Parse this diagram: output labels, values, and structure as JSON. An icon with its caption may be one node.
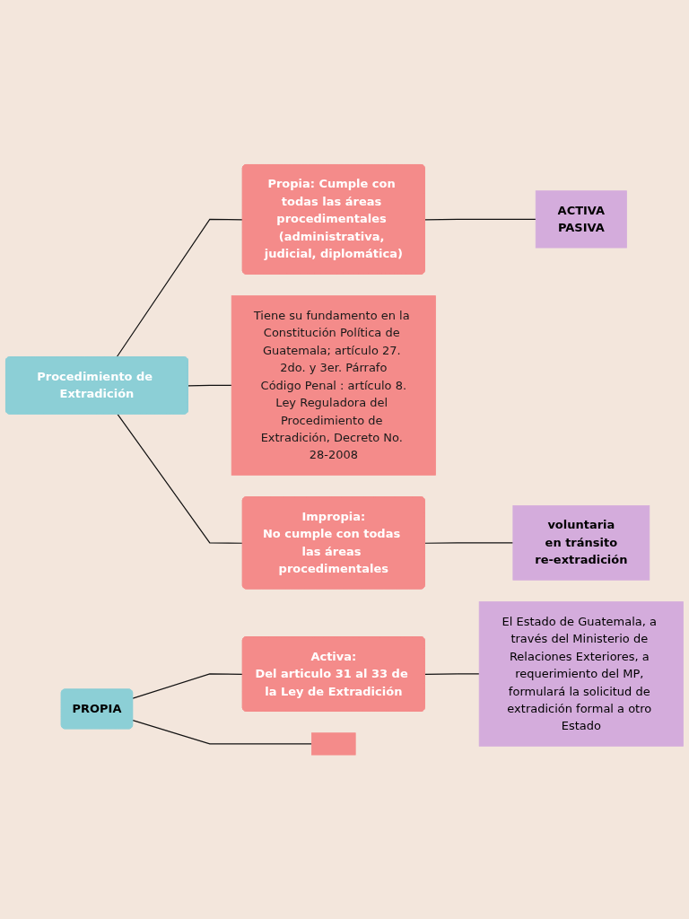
{
  "diagram": {
    "nodes": [
      {
        "text": [
          "Procedimiento de Extradición"
        ]
      },
      {
        "text": [
          "Propia: Cumple con todas las áreas procedimentales (administrativa, judicial, diplomática)"
        ]
      },
      {
        "text": [
          "Tiene su fundamento en la Constitución Política de Guatemala; artículo 27. 2do. y 3er. Párrafo",
          "Código Penal : artículo 8.",
          "Ley Reguladora del Procedimiento de Extradición, Decreto No. 28-2008"
        ]
      },
      {
        "text": [
          "Impropia:",
          "No cumple con todas las áreas procedimentales"
        ]
      },
      {
        "text": [
          "ACTIVA",
          "PASIVA"
        ]
      },
      {
        "text": [
          "voluntaria",
          "en tránsito",
          "re-extradición"
        ]
      },
      {
        "text": [
          "PROPIA"
        ]
      },
      {
        "text": [
          "Activa:",
          "Del articulo 31 al 33 de la Ley de Extradición"
        ]
      },
      {
        "text": [
          "El Estado de Guatemala, a través del Ministerio de Relaciones Exteriores, a requerimiento del MP, formulará la solicitud de extradición formal a otro Estado"
        ]
      },
      {
        "text": [],
        "shape": "box"
      }
    ],
    "edges": [
      {
        "from": 0,
        "to": 1,
        "arrow": "none"
      },
      {
        "from": 0,
        "to": 2,
        "arrow": "none"
      },
      {
        "from": 0,
        "to": 3,
        "arrow": "none"
      },
      {
        "from": 1,
        "to": 4,
        "arrow": "none"
      },
      {
        "from": 3,
        "to": 5,
        "arrow": "none"
      },
      {
        "from": 6,
        "to": 7,
        "arrow": "none"
      },
      {
        "from": 6,
        "to": 9,
        "arrow": "none"
      },
      {
        "from": 7,
        "to": 8,
        "arrow": "none"
      }
    ]
  }
}
